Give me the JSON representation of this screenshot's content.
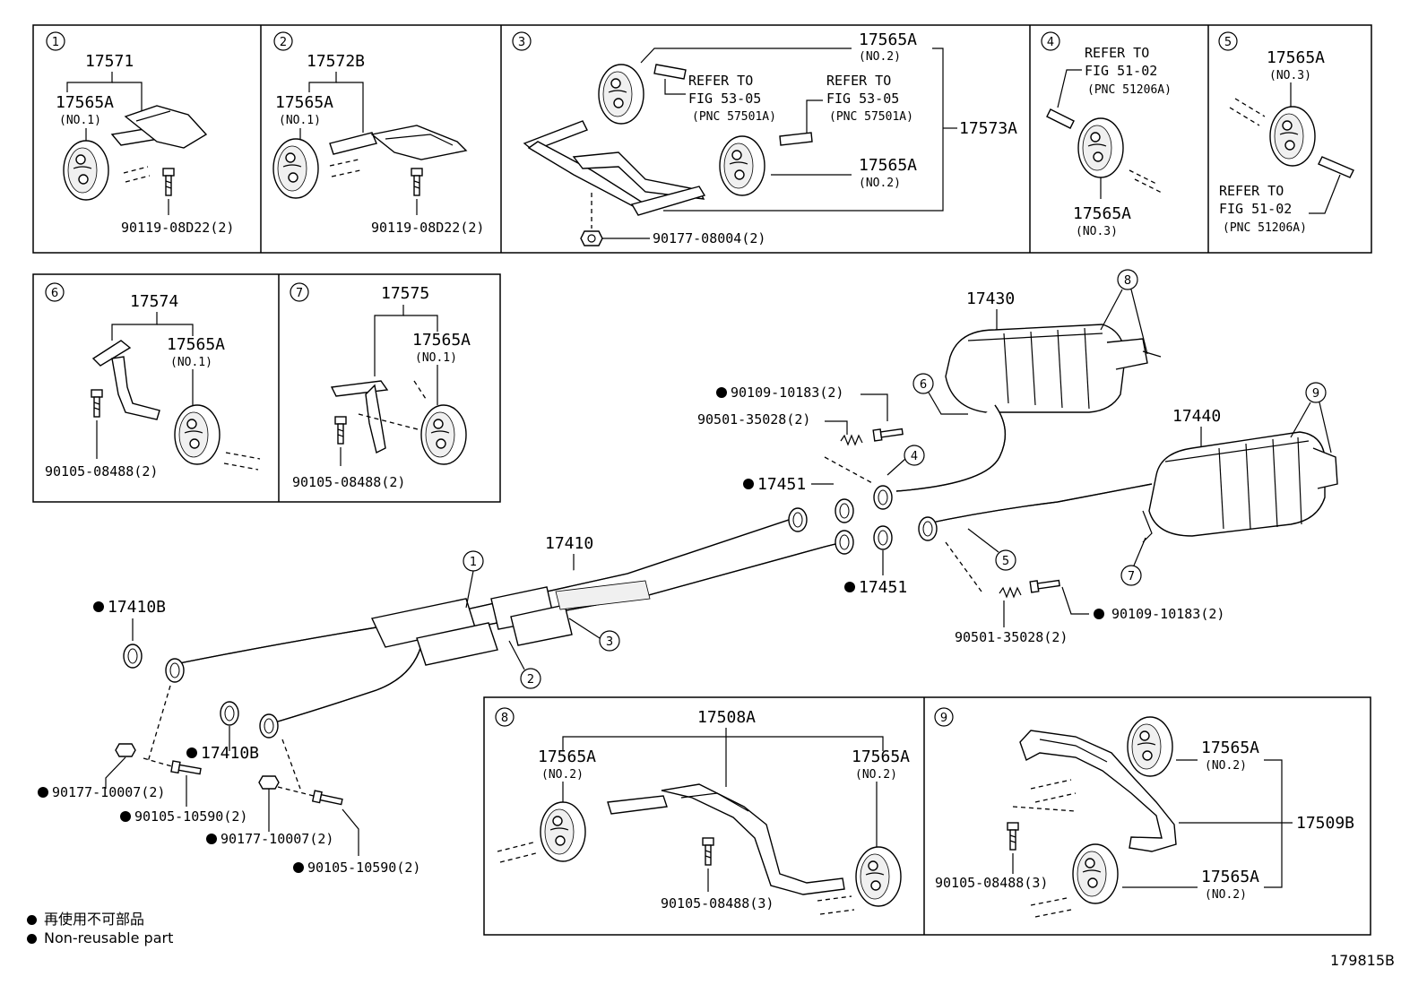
{
  "callouts": {
    "c1": "1",
    "c2": "2",
    "c3": "3",
    "c4": "4",
    "c5": "5",
    "c6": "6",
    "c7": "7",
    "c8": "8",
    "c9": "9"
  },
  "box1": {
    "bracket": "17571",
    "hanger": "17565A",
    "hanger_sub": "(NO.1)",
    "bolt": "90119-08D22(2)"
  },
  "box2": {
    "bracket": "17572B",
    "hanger": "17565A",
    "hanger_sub": "(NO.1)",
    "bolt": "90119-08D22(2)"
  },
  "box3": {
    "hanger_top": "17565A",
    "hanger_top_sub": "(NO.2)",
    "refer_a_1": "REFER TO",
    "refer_a_2": "FIG 53-05",
    "refer_a_3": "(PNC 57501A)",
    "refer_b_1": "REFER TO",
    "refer_b_2": "FIG 53-05",
    "refer_b_3": "(PNC 57501A)",
    "assembly": "17573A",
    "hanger_bottom": "17565A",
    "hanger_bottom_sub": "(NO.2)",
    "nut": "90177-08004(2)"
  },
  "box4": {
    "refer_1": "REFER TO",
    "refer_2": "FIG 51-02",
    "refer_3": "(PNC 51206A)",
    "hanger": "17565A",
    "hanger_sub": "(NO.3)"
  },
  "box5": {
    "hanger": "17565A",
    "hanger_sub": "(NO.3)",
    "refer_1": "REFER TO",
    "refer_2": "FIG 51-02",
    "refer_3": "(PNC 51206A)"
  },
  "box6": {
    "bracket": "17574",
    "hanger": "17565A",
    "hanger_sub": "(NO.1)",
    "bolt": "90105-08488(2)"
  },
  "box7": {
    "bracket": "17575",
    "hanger": "17565A",
    "hanger_sub": "(NO.1)",
    "bolt": "90105-08488(2)"
  },
  "main": {
    "center_muffler": "17430",
    "tail_muffler": "17440",
    "front_pipe": "17410",
    "bolt_upper": "90109-10183(2)",
    "spring_upper": "90501-35028(2)",
    "gasket_upper": "17451",
    "gasket_lower": "17451",
    "bolt_lower": "90109-10183(2)",
    "spring_lower": "90501-35028(2)",
    "gasket_front_left": "17410B",
    "gasket_front_right": "17410B",
    "nut_left": "90177-10007(2)",
    "bolt_left": "90105-10590(2)",
    "nut_right": "90177-10007(2)",
    "bolt_right": "90105-10590(2)"
  },
  "box8": {
    "assembly": "17508A",
    "hanger_left": "17565A",
    "hanger_left_sub": "(NO.2)",
    "hanger_right": "17565A",
    "hanger_right_sub": "(NO.2)",
    "bolt": "90105-08488(3)"
  },
  "box9": {
    "assembly": "17509B",
    "hanger_top": "17565A",
    "hanger_top_sub": "(NO.2)",
    "hanger_bottom": "17565A",
    "hanger_bottom_sub": "(NO.2)",
    "bolt": "90105-08488(3)"
  },
  "legend": {
    "line_jp": "再使用不可部品",
    "line_en": "Non-reusable part"
  },
  "figure_id": "179815B"
}
